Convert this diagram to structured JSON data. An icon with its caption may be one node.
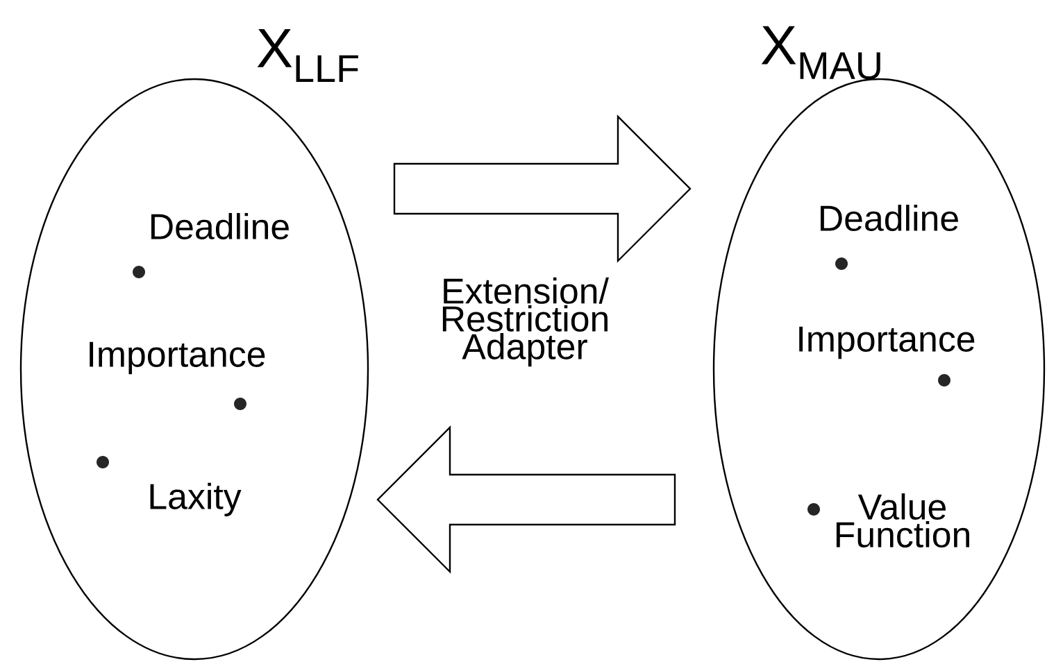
{
  "diagram": {
    "nodes": [
      {
        "text": [
          "X$_{LLF}$",
          "Deadline",
          "Importance",
          "Laxity"
        ]
      },
      {
        "text": [
          "X$_{MAU}$",
          "Deadline",
          "Importance",
          "Value Function"
        ]
      }
    ],
    "edges": [
      {
        "from": 0,
        "to": 1,
        "arrow": "to"
      },
      {
        "from": 1,
        "to": 0,
        "arrow": "to"
      }
    ],
    "labels": [
      "Extension/ Restriction Adapter"
    ]
  }
}
